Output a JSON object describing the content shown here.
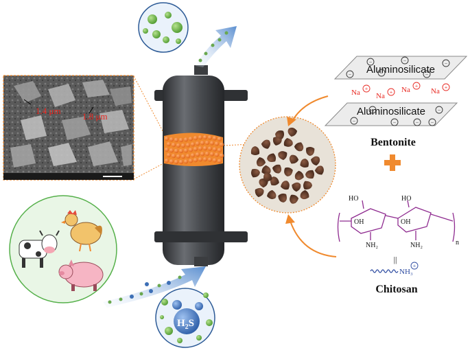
{
  "sem": {
    "labels": [
      "1.4 μm",
      "1.8 μm"
    ]
  },
  "bentonite": {
    "layer_top": "Aluminosilicate",
    "layer_bottom": "Aluminosilicate",
    "cations": [
      "Na",
      "Na",
      "Na",
      "Na"
    ],
    "cation_charge": "+",
    "anion_charge": "−",
    "title": "Bentonite"
  },
  "combine_symbol": "+",
  "chitosan": {
    "groups": [
      "HO",
      "OH",
      "NH₂",
      "HO",
      "OH",
      "NH₂"
    ],
    "repeat_subscript": "n",
    "equals": "||",
    "ammonium": "NH₃",
    "ammonium_charge": "+",
    "title": "Chitosan"
  },
  "gas": {
    "h2s_label": "H",
    "h2s_sub": "2",
    "h2s_tail": "S"
  },
  "colors": {
    "orange": "#f08a2e",
    "column_dark": "#3b3d40",
    "column_mid": "#5f6266",
    "green_gas": "#6aa84f",
    "blue_gas": "#3d6fb6",
    "purple": "#8e2a8f",
    "red_text": "#e8261f"
  }
}
